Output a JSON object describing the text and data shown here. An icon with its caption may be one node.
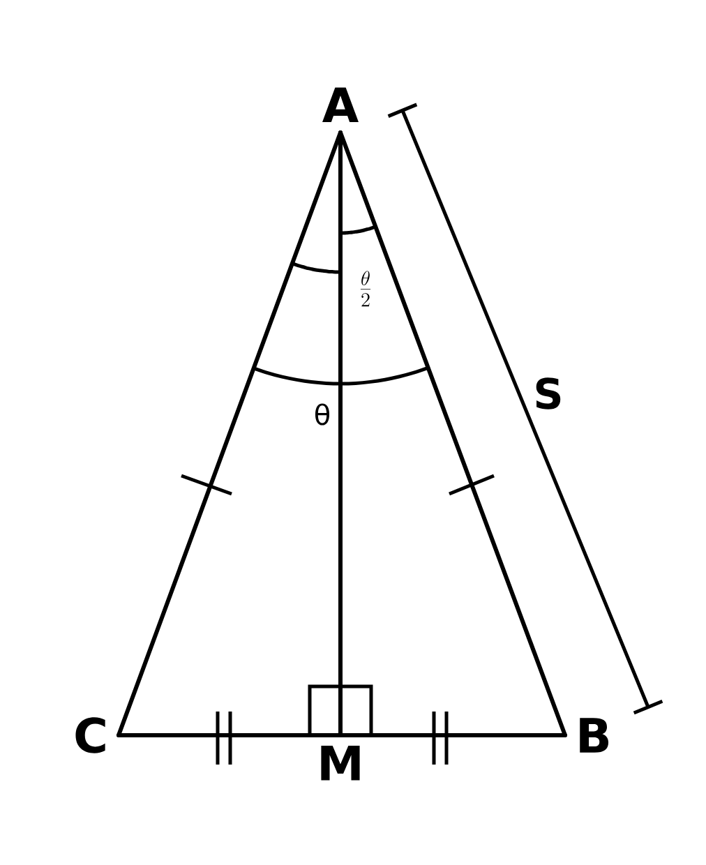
{
  "diagram": {
    "nodes": [
      {
        "text": [
          "A"
        ]
      },
      {
        "text": [
          "C"
        ]
      },
      {
        "text": [
          "B"
        ]
      },
      {
        "text": [
          "M"
        ]
      }
    ],
    "edges": [
      {
        "from": 0,
        "to": 1,
        "arrow": "none"
      },
      {
        "from": 0,
        "to": 2,
        "arrow": "none"
      },
      {
        "from": 1,
        "to": 3,
        "arrow": "none"
      },
      {
        "from": 3,
        "to": 2,
        "arrow": "none"
      },
      {
        "from": 0,
        "to": 3,
        "arrow": "none"
      }
    ],
    "labels": [
      "\\frac{\\theta}{2}",
      "θ",
      "S"
    ]
  }
}
